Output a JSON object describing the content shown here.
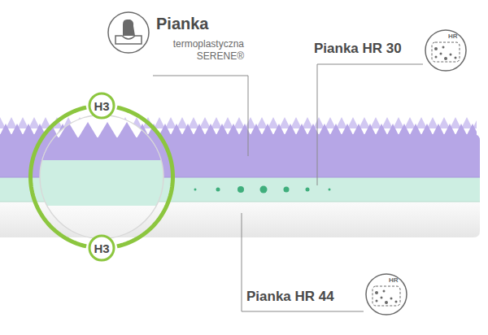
{
  "diagram": {
    "nodes": [
      {
        "text": [
          "H3"
        ]
      },
      {
        "text": [
          "H3"
        ]
      }
    ],
    "edges": [
      {
        "from": 0,
        "to": 1,
        "arrow": "none"
      },
      {
        "from": 0,
        "to": 1,
        "arrow": "none"
      }
    ],
    "labels": [
      "Pianka",
      "termoplastyczna SERENE®",
      "Pianka HR 30",
      "Pianka HR 44",
      "HR",
      "HR"
    ]
  }
}
